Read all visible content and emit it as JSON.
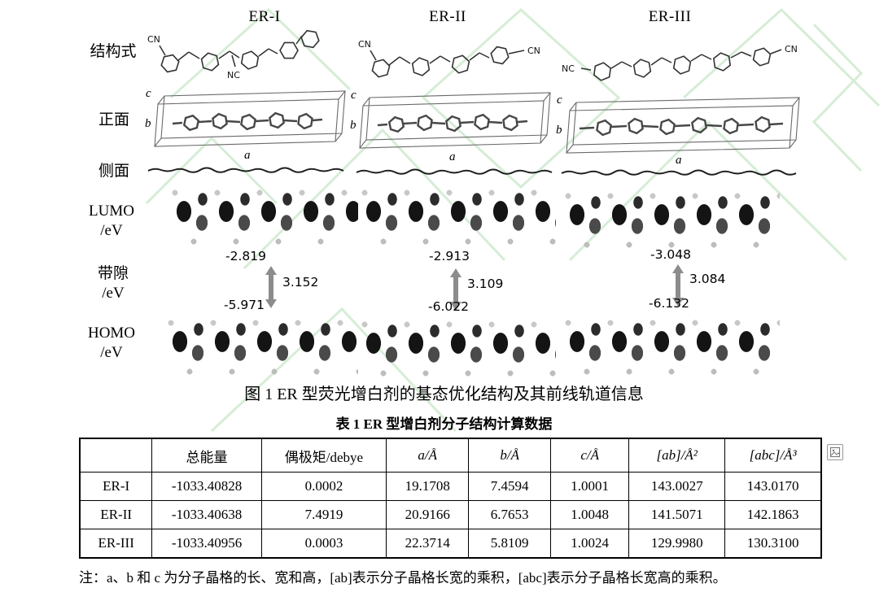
{
  "figure": {
    "row_labels": {
      "structure": "结构式",
      "front": "正面",
      "side": "侧面",
      "lumo": "LUMO\n/eV",
      "gap": "带隙\n/eV",
      "homo": "HOMO\n/eV"
    },
    "axis_labels": {
      "a": "a",
      "b": "b",
      "c": "c"
    },
    "columns": [
      {
        "title": "ER-I",
        "struct_label_1": "CN",
        "struct_label_2": "NC",
        "lumo": "-2.819",
        "gap": "3.152",
        "homo": "-5.971"
      },
      {
        "title": "ER-II",
        "struct_label_1": "CN",
        "struct_label_2": "CN",
        "lumo": "-2.913",
        "gap": "3.109",
        "homo": "-6.022"
      },
      {
        "title": "ER-III",
        "struct_label_1": "NC",
        "struct_label_2": "CN",
        "lumo": "-3.048",
        "gap": "3.084",
        "homo": "-6.132"
      }
    ],
    "caption": "图 1 ER 型荧光增白剂的基态优化结构及其前线轨道信息"
  },
  "table": {
    "title": "表 1 ER 型增白剂分子结构计算数据",
    "headers": [
      "",
      "总能量",
      "偶极矩/debye",
      "a/Å",
      "b/Å",
      "c/Å",
      "[ab]/Å²",
      "[abc]/Å³"
    ],
    "rows": [
      {
        "name": "ER-I",
        "cells": [
          "-1033.40828",
          "0.0002",
          "19.1708",
          "7.4594",
          "1.0001",
          "143.0027",
          "143.0170"
        ]
      },
      {
        "name": "ER-II",
        "cells": [
          "-1033.40638",
          "7.4919",
          "20.9166",
          "6.7653",
          "1.0048",
          "141.5071",
          "142.1863"
        ]
      },
      {
        "name": "ER-III",
        "cells": [
          "-1033.40956",
          "0.0003",
          "22.3714",
          "5.8109",
          "1.0024",
          "129.9980",
          "130.3100"
        ]
      }
    ],
    "footnote": "注：a、b 和 c 为分子晶格的长、宽和高，[ab]表示分子晶格长宽的乘积，[abc]表示分子晶格长宽高的乘积。"
  }
}
